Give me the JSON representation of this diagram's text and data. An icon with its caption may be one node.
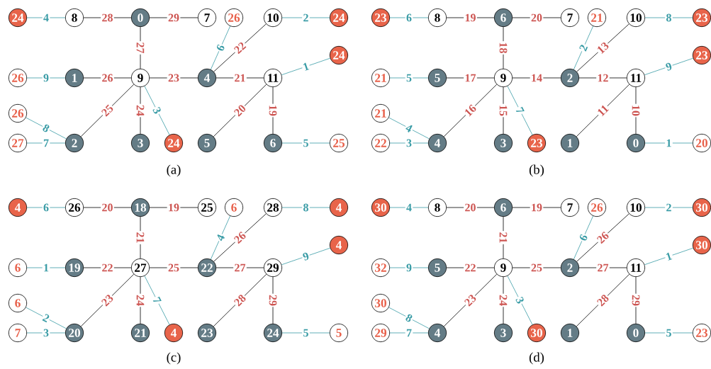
{
  "diagram": {
    "nodes": [
      {
        "text": [
          "24"
        ]
      },
      {
        "text": [
          "8"
        ]
      },
      {
        "text": [
          "0"
        ]
      },
      {
        "text": [
          "7"
        ]
      },
      {
        "text": [
          "26"
        ]
      },
      {
        "text": [
          "10"
        ]
      },
      {
        "text": [
          "24"
        ]
      },
      {
        "text": [
          "24"
        ]
      },
      {
        "text": [
          "26"
        ]
      },
      {
        "text": [
          "1"
        ]
      },
      {
        "text": [
          "9"
        ]
      },
      {
        "text": [
          "4"
        ]
      },
      {
        "text": [
          "11"
        ]
      },
      {
        "text": [
          "26"
        ]
      },
      {
        "text": [
          "27"
        ]
      },
      {
        "text": [
          "2"
        ]
      },
      {
        "text": [
          "3"
        ]
      },
      {
        "text": [
          "24"
        ]
      },
      {
        "text": [
          "5"
        ]
      },
      {
        "text": [
          "6"
        ]
      },
      {
        "text": [
          "25"
        ]
      },
      {
        "text": [
          "23"
        ]
      },
      {
        "text": [
          "8"
        ]
      },
      {
        "text": [
          "6"
        ]
      },
      {
        "text": [
          "7"
        ]
      },
      {
        "text": [
          "21"
        ]
      },
      {
        "text": [
          "10"
        ]
      },
      {
        "text": [
          "23"
        ]
      },
      {
        "text": [
          "23"
        ]
      },
      {
        "text": [
          "21"
        ]
      },
      {
        "text": [
          "5"
        ]
      },
      {
        "text": [
          "9"
        ]
      },
      {
        "text": [
          "2"
        ]
      },
      {
        "text": [
          "11"
        ]
      },
      {
        "text": [
          "21"
        ]
      },
      {
        "text": [
          "22"
        ]
      },
      {
        "text": [
          "4"
        ]
      },
      {
        "text": [
          "3"
        ]
      },
      {
        "text": [
          "23"
        ]
      },
      {
        "text": [
          "1"
        ]
      },
      {
        "text": [
          "0"
        ]
      },
      {
        "text": [
          "20"
        ]
      },
      {
        "text": [
          "4"
        ]
      },
      {
        "text": [
          "26"
        ]
      },
      {
        "text": [
          "18"
        ]
      },
      {
        "text": [
          "25"
        ]
      },
      {
        "text": [
          "6"
        ]
      },
      {
        "text": [
          "28"
        ]
      },
      {
        "text": [
          "4"
        ]
      },
      {
        "text": [
          "4"
        ]
      },
      {
        "text": [
          "6"
        ]
      },
      {
        "text": [
          "19"
        ]
      },
      {
        "text": [
          "27"
        ]
      },
      {
        "text": [
          "22"
        ]
      },
      {
        "text": [
          "29"
        ]
      },
      {
        "text": [
          "6"
        ]
      },
      {
        "text": [
          "7"
        ]
      },
      {
        "text": [
          "20"
        ]
      },
      {
        "text": [
          "21"
        ]
      },
      {
        "text": [
          "4"
        ]
      },
      {
        "text": [
          "23"
        ]
      },
      {
        "text": [
          "24"
        ]
      },
      {
        "text": [
          "5"
        ]
      },
      {
        "text": [
          "30"
        ]
      },
      {
        "text": [
          "8"
        ]
      },
      {
        "text": [
          "6"
        ]
      },
      {
        "text": [
          "7"
        ]
      },
      {
        "text": [
          "26"
        ]
      },
      {
        "text": [
          "10"
        ]
      },
      {
        "text": [
          "30"
        ]
      },
      {
        "text": [
          "30"
        ]
      },
      {
        "text": [
          "32"
        ]
      },
      {
        "text": [
          "5"
        ]
      },
      {
        "text": [
          "9"
        ]
      },
      {
        "text": [
          "2"
        ]
      },
      {
        "text": [
          "11"
        ]
      },
      {
        "text": [
          "30"
        ]
      },
      {
        "text": [
          "29"
        ]
      },
      {
        "text": [
          "4"
        ]
      },
      {
        "text": [
          "3"
        ]
      },
      {
        "text": [
          "30"
        ]
      },
      {
        "text": [
          "1"
        ]
      },
      {
        "text": [
          "0"
        ]
      },
      {
        "text": [
          "23"
        ]
      }
    ],
    "edges": [
      {
        "from": 0,
        "to": 1,
        "arrow": "none",
        "label": "4",
        "color": "#3a9ca6"
      },
      {
        "from": 1,
        "to": 2,
        "arrow": "none",
        "label": "28"
      },
      {
        "from": 2,
        "to": 3,
        "arrow": "none",
        "label": "29"
      },
      {
        "from": 2,
        "to": 10,
        "arrow": "none",
        "label": "27"
      },
      {
        "from": 11,
        "to": 4,
        "arrow": "none",
        "label": "6",
        "color": "#3a9ca6"
      },
      {
        "from": 11,
        "to": 5,
        "arrow": "none",
        "label": "22"
      },
      {
        "from": 5,
        "to": 6,
        "arrow": "none",
        "label": "2",
        "color": "#3a9ca6"
      },
      {
        "from": 12,
        "to": 7,
        "arrow": "none",
        "label": "1",
        "color": "#3a9ca6"
      },
      {
        "from": 8,
        "to": 9,
        "arrow": "none",
        "label": "9",
        "color": "#3a9ca6"
      },
      {
        "from": 9,
        "to": 10,
        "arrow": "none",
        "label": "26"
      },
      {
        "from": 10,
        "to": 11,
        "arrow": "none",
        "label": "23"
      },
      {
        "from": 11,
        "to": 12,
        "arrow": "none",
        "label": "21"
      },
      {
        "from": 13,
        "to": 15,
        "arrow": "none",
        "label": "8",
        "color": "#3a9ca6"
      },
      {
        "from": 14,
        "to": 15,
        "arrow": "none",
        "label": "7",
        "color": "#3a9ca6"
      },
      {
        "from": 15,
        "to": 10,
        "arrow": "none",
        "label": "25"
      },
      {
        "from": 10,
        "to": 16,
        "arrow": "none",
        "label": "24"
      },
      {
        "from": 10,
        "to": 17,
        "arrow": "none",
        "label": "3",
        "color": "#3a9ca6"
      },
      {
        "from": 18,
        "to": 12,
        "arrow": "none",
        "label": "20"
      },
      {
        "from": 12,
        "to": 19,
        "arrow": "none",
        "label": "19"
      },
      {
        "from": 19,
        "to": 20,
        "arrow": "none",
        "label": "5",
        "color": "#3a9ca6"
      },
      {
        "from": 21,
        "to": 22,
        "arrow": "none",
        "label": "6",
        "color": "#3a9ca6"
      },
      {
        "from": 22,
        "to": 23,
        "arrow": "none",
        "label": "19"
      },
      {
        "from": 23,
        "to": 24,
        "arrow": "none",
        "label": "20"
      },
      {
        "from": 23,
        "to": 31,
        "arrow": "none",
        "label": "18"
      },
      {
        "from": 32,
        "to": 25,
        "arrow": "none",
        "label": "2",
        "color": "#3a9ca6"
      },
      {
        "from": 32,
        "to": 26,
        "arrow": "none",
        "label": "13"
      },
      {
        "from": 26,
        "to": 27,
        "arrow": "none",
        "label": "8",
        "color": "#3a9ca6"
      },
      {
        "from": 33,
        "to": 28,
        "arrow": "none",
        "label": "9",
        "color": "#3a9ca6"
      },
      {
        "from": 29,
        "to": 30,
        "arrow": "none",
        "label": "5",
        "color": "#3a9ca6"
      },
      {
        "from": 30,
        "to": 31,
        "arrow": "none",
        "label": "17"
      },
      {
        "from": 31,
        "to": 32,
        "arrow": "none",
        "label": "14"
      },
      {
        "from": 32,
        "to": 33,
        "arrow": "none",
        "label": "12"
      },
      {
        "from": 34,
        "to": 36,
        "arrow": "none",
        "label": "4",
        "color": "#3a9ca6"
      },
      {
        "from": 35,
        "to": 36,
        "arrow": "none",
        "label": "3",
        "color": "#3a9ca6"
      },
      {
        "from": 36,
        "to": 31,
        "arrow": "none",
        "label": "16"
      },
      {
        "from": 31,
        "to": 37,
        "arrow": "none",
        "label": "15"
      },
      {
        "from": 31,
        "to": 38,
        "arrow": "none",
        "label": "7",
        "color": "#3a9ca6"
      },
      {
        "from": 39,
        "to": 33,
        "arrow": "none",
        "label": "11"
      },
      {
        "from": 33,
        "to": 40,
        "arrow": "none",
        "label": "10"
      },
      {
        "from": 40,
        "to": 41,
        "arrow": "none",
        "label": "1",
        "color": "#3a9ca6"
      },
      {
        "from": 42,
        "to": 43,
        "arrow": "none",
        "label": "6",
        "color": "#3a9ca6"
      },
      {
        "from": 43,
        "to": 44,
        "arrow": "none",
        "label": "20"
      },
      {
        "from": 44,
        "to": 45,
        "arrow": "none",
        "label": "19"
      },
      {
        "from": 44,
        "to": 52,
        "arrow": "none",
        "label": "21"
      },
      {
        "from": 53,
        "to": 46,
        "arrow": "none",
        "label": "4",
        "color": "#3a9ca6"
      },
      {
        "from": 53,
        "to": 47,
        "arrow": "none",
        "label": "26"
      },
      {
        "from": 47,
        "to": 48,
        "arrow": "none",
        "label": "8",
        "color": "#3a9ca6"
      },
      {
        "from": 54,
        "to": 49,
        "arrow": "none",
        "label": "9",
        "color": "#3a9ca6"
      },
      {
        "from": 50,
        "to": 51,
        "arrow": "none",
        "label": "1",
        "color": "#3a9ca6"
      },
      {
        "from": 51,
        "to": 52,
        "arrow": "none",
        "label": "22"
      },
      {
        "from": 52,
        "to": 53,
        "arrow": "none",
        "label": "25"
      },
      {
        "from": 53,
        "to": 54,
        "arrow": "none",
        "label": "27"
      },
      {
        "from": 55,
        "to": 57,
        "arrow": "none",
        "label": "2",
        "color": "#3a9ca6"
      },
      {
        "from": 56,
        "to": 57,
        "arrow": "none",
        "label": "3",
        "color": "#3a9ca6"
      },
      {
        "from": 57,
        "to": 52,
        "arrow": "none",
        "label": "23"
      },
      {
        "from": 52,
        "to": 58,
        "arrow": "none",
        "label": "24"
      },
      {
        "from": 52,
        "to": 59,
        "arrow": "none",
        "label": "7",
        "color": "#3a9ca6"
      },
      {
        "from": 60,
        "to": 54,
        "arrow": "none",
        "label": "28"
      },
      {
        "from": 54,
        "to": 61,
        "arrow": "none",
        "label": "29"
      },
      {
        "from": 61,
        "to": 62,
        "arrow": "none",
        "label": "5",
        "color": "#3a9ca6"
      },
      {
        "from": 63,
        "to": 64,
        "arrow": "none",
        "label": "4",
        "color": "#3a9ca6"
      },
      {
        "from": 64,
        "to": 65,
        "arrow": "none",
        "label": "20"
      },
      {
        "from": 65,
        "to": 66,
        "arrow": "none",
        "label": "19"
      },
      {
        "from": 65,
        "to": 73,
        "arrow": "none",
        "label": "21"
      },
      {
        "from": 74,
        "to": 67,
        "arrow": "none",
        "label": "6",
        "color": "#3a9ca6"
      },
      {
        "from": 74,
        "to": 68,
        "arrow": "none",
        "label": "26"
      },
      {
        "from": 68,
        "to": 69,
        "arrow": "none",
        "label": "2",
        "color": "#3a9ca6"
      },
      {
        "from": 75,
        "to": 70,
        "arrow": "none",
        "label": "1",
        "color": "#3a9ca6"
      },
      {
        "from": 71,
        "to": 72,
        "arrow": "none",
        "label": "9",
        "color": "#3a9ca6"
      },
      {
        "from": 72,
        "to": 73,
        "arrow": "none",
        "label": "22"
      },
      {
        "from": 73,
        "to": 74,
        "arrow": "none",
        "label": "25"
      },
      {
        "from": 74,
        "to": 75,
        "arrow": "none",
        "label": "27"
      },
      {
        "from": 76,
        "to": 78,
        "arrow": "none",
        "label": "8",
        "color": "#3a9ca6"
      },
      {
        "from": 77,
        "to": 78,
        "arrow": "none",
        "label": "7",
        "color": "#3a9ca6"
      },
      {
        "from": 78,
        "to": 73,
        "arrow": "none",
        "label": "23"
      },
      {
        "from": 73,
        "to": 79,
        "arrow": "none",
        "label": "24"
      },
      {
        "from": 73,
        "to": 80,
        "arrow": "none",
        "label": "3",
        "color": "#3a9ca6"
      },
      {
        "from": 81,
        "to": 75,
        "arrow": "none",
        "label": "28"
      },
      {
        "from": 75,
        "to": 82,
        "arrow": "none",
        "label": "29"
      },
      {
        "from": 82,
        "to": 83,
        "arrow": "none",
        "label": "5",
        "color": "#3a9ca6"
      }
    ],
    "labels": [
      "(a)",
      "(b)",
      "(c)",
      "(d)"
    ]
  }
}
